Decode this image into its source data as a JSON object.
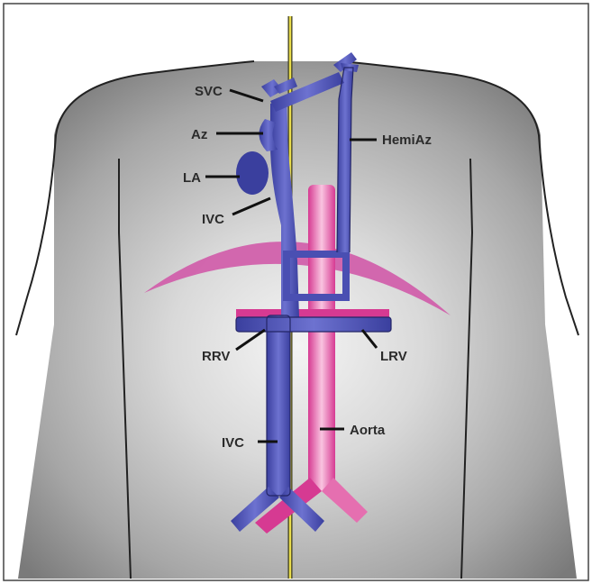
{
  "colors": {
    "vein": "#4a4fb2",
    "vein_light": "#8a8fe0",
    "artery": "#e0449c",
    "artery_light": "#f7a9d3",
    "diaphragm": "#d05aa8",
    "wire": "#e8dc4a",
    "skin_edge": "#7d7d7d",
    "skin_center": "#f2f2f2",
    "outline": "#222222"
  },
  "labels": {
    "svc": "SVC",
    "az": "Az",
    "la": "LA",
    "ivc_upper": "IVC",
    "hemiaz": "HemiAz",
    "rrv": "RRV",
    "lrv": "LRV",
    "ivc_lower": "IVC",
    "aorta": "Aorta"
  }
}
